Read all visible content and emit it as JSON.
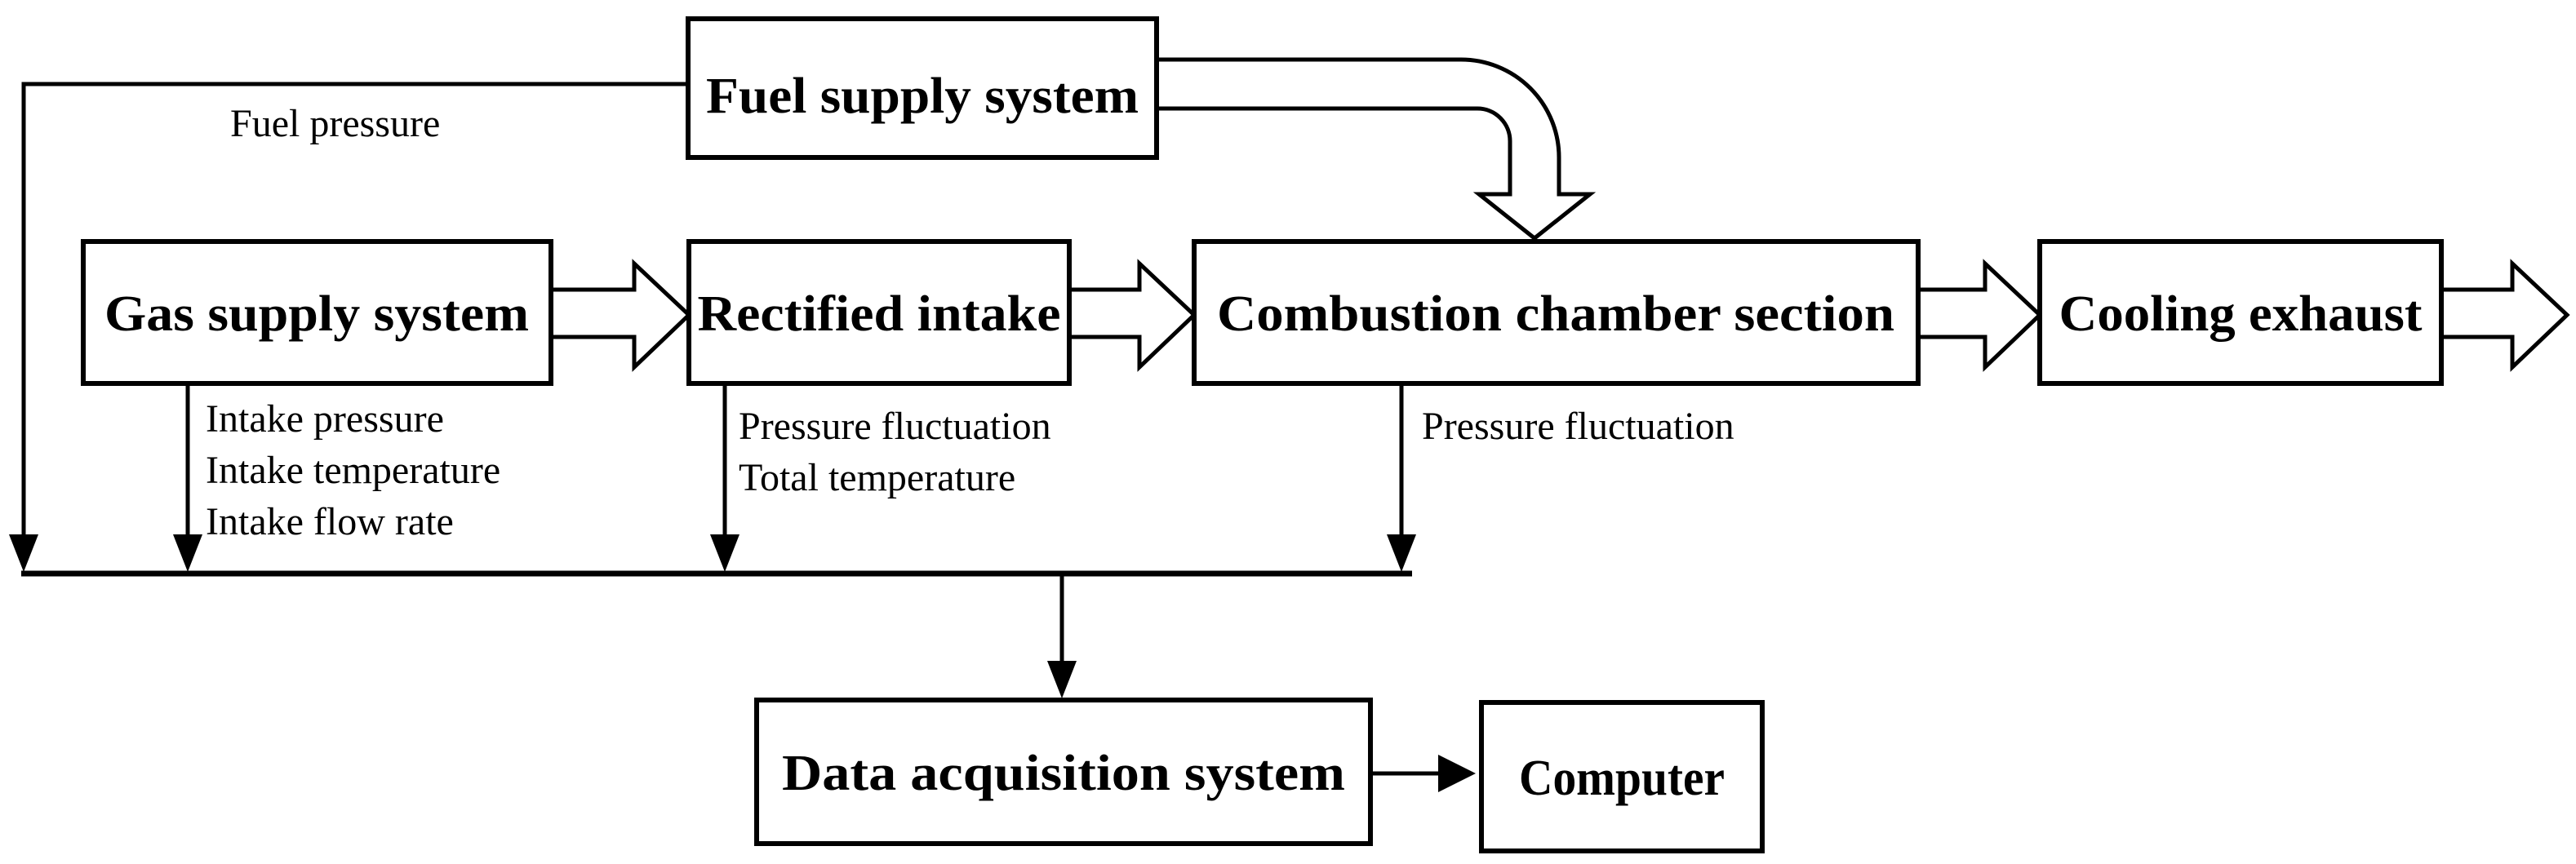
{
  "meta": {
    "background_color": "#ffffff",
    "line_color": "#000000",
    "box_fill_color": "#ffffff",
    "diagram_type": "process-flow-diagram"
  },
  "nodes": {
    "fuel_supply": "Fuel supply system",
    "gas_supply": "Gas supply system",
    "rectified_intake": "Rectified intake",
    "combustion_chamber": "Combustion chamber section",
    "cooling_exhaust": "Cooling exhaust",
    "data_acquisition": "Data acquisition system",
    "computer": "Computer"
  },
  "sensor_labels": {
    "fuel": [
      "Fuel pressure"
    ],
    "gas": [
      "Intake pressure",
      "Intake temperature",
      "Intake flow rate"
    ],
    "rectified": [
      "Pressure fluctuation",
      "Total temperature"
    ],
    "combustion": [
      "Pressure fluctuation"
    ]
  },
  "edges": [
    {
      "from": "gas_supply",
      "to": "rectified_intake",
      "style": "hollow-block-arrow"
    },
    {
      "from": "rectified_intake",
      "to": "combustion_chamber",
      "style": "hollow-block-arrow"
    },
    {
      "from": "combustion_chamber",
      "to": "cooling_exhaust",
      "style": "hollow-block-arrow"
    },
    {
      "from": "cooling_exhaust",
      "to": "outlet",
      "style": "hollow-block-arrow"
    },
    {
      "from": "fuel_supply",
      "to": "combustion_chamber",
      "style": "hollow-elbow-arrow"
    },
    {
      "from": "fuel_supply",
      "to": "sensor_bus",
      "label": "Fuel pressure",
      "style": "thin-arrow"
    },
    {
      "from": "gas_supply",
      "to": "sensor_bus",
      "label": "Intake pressure, Intake temperature, Intake flow rate",
      "style": "thin-arrow"
    },
    {
      "from": "rectified_intake",
      "to": "sensor_bus",
      "label": "Pressure fluctuation, Total temperature",
      "style": "thin-arrow"
    },
    {
      "from": "combustion_chamber",
      "to": "sensor_bus",
      "label": "Pressure fluctuation",
      "style": "thin-arrow"
    },
    {
      "from": "sensor_bus",
      "to": "data_acquisition",
      "style": "thin-arrow"
    },
    {
      "from": "data_acquisition",
      "to": "computer",
      "style": "thin-arrow"
    }
  ]
}
